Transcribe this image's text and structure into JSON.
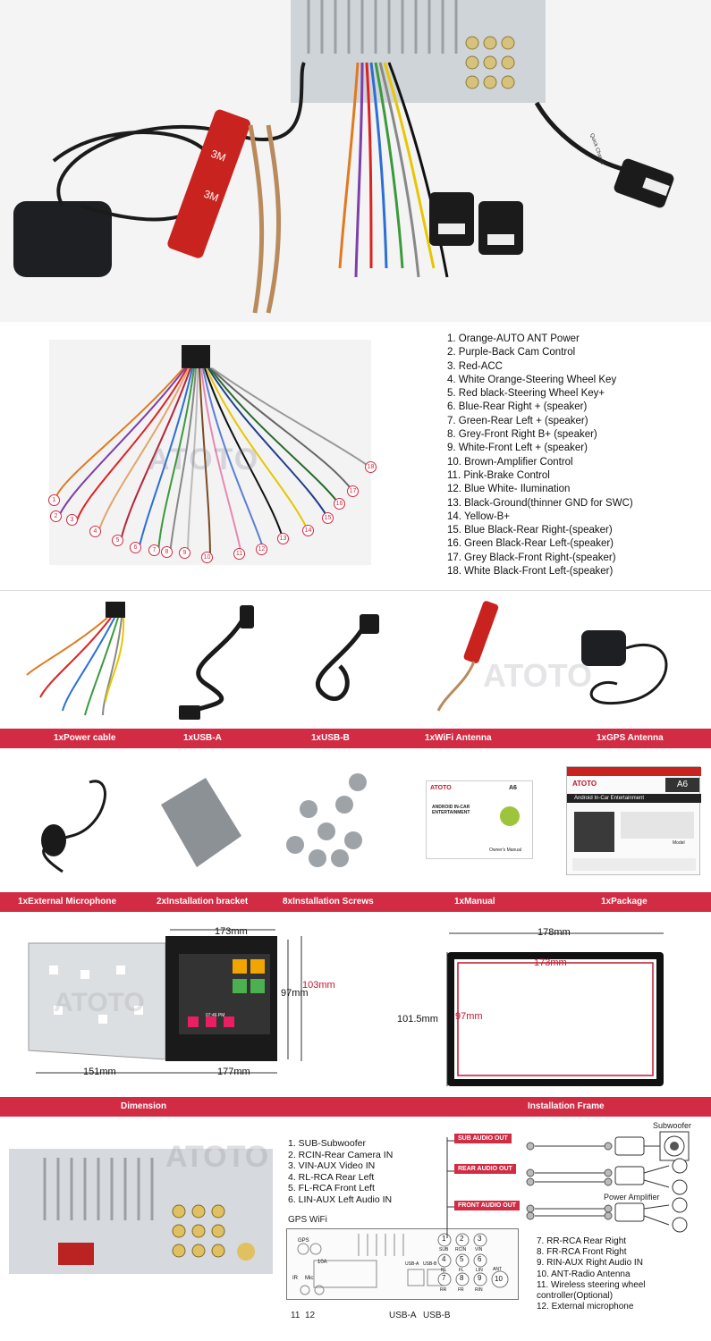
{
  "hero": {
    "label_3m_a": "3M",
    "label_3m_b": "3M",
    "usb_tag": "Quick Charge"
  },
  "harness": {
    "pins": [
      "1. Orange-AUTO ANT Power",
      "2. Purple-Back Cam Control",
      "3. Red-ACC",
      "4. White Orange-Steering Wheel Key",
      "5. Red black-Steering Wheel Key+",
      "6. Blue-Rear Right + (speaker)",
      "7. Green-Rear Left + (speaker)",
      "8. Grey-Front Right B+ (speaker)",
      "9. White-Front Left + (speaker)",
      "10. Brown-Amplifier Control",
      "11. Pink-Brake Control",
      "12. Blue White- Ilumination",
      "13. Black-Ground(thinner GND for SWC)",
      "14. Yellow-B+",
      "15. Blue Black-Rear Right-(speaker)",
      "16. Green Black-Rear Left-(speaker)",
      "17. Grey Black-Front Right-(speaker)",
      "18. White Black-Front Left-(speaker)"
    ],
    "numbers": [
      "1",
      "2",
      "3",
      "4",
      "5",
      "6",
      "7",
      "8",
      "9",
      "10",
      "11",
      "12",
      "13",
      "14",
      "15",
      "16",
      "17",
      "18"
    ],
    "watermark": "ATOTO"
  },
  "accessories_row1": {
    "items": [
      "1xPower cable",
      "1xUSB-A",
      "1xUSB-B",
      "1xWiFi Antenna",
      "1xGPS Antenna"
    ],
    "watermark": "ATOTO"
  },
  "accessories_row2": {
    "items": [
      "1xExternal Microphone",
      "2xInstallation bracket",
      "8xInstallation Screws",
      "1xManual",
      "1xPackage"
    ],
    "manual_brand": "ATOTO",
    "manual_model": "A6",
    "manual_title": "ANDROID IN-CAR ENTERTAINMENT",
    "manual_footer": "Owner's Manual",
    "box_brand": "ATOTO",
    "box_model": "A6",
    "box_title": "Android In-Car Entertainment",
    "box_footer": "Model"
  },
  "dimensions": {
    "unit_width": "173mm",
    "unit_height_inner": "97mm",
    "unit_height_outer": "103mm",
    "chassis_depth": "151mm",
    "front_width": "177mm",
    "frame_width": "178mm",
    "frame_inner_width": "173mm",
    "frame_height": "101.5mm",
    "frame_inner_height": "97mm",
    "watermark": "ATOTO",
    "label_left": "Dimension",
    "label_right": "Installation Frame",
    "screen_time": "07:46 PM"
  },
  "rear_ports": {
    "watermark": "ATOTO",
    "list_a": [
      "1.  SUB-Subwoofer",
      "2.  RCIN-Rear Camera IN",
      "3.  VIN-AUX Video IN",
      "4.  RL-RCA Rear Left",
      "5.  FL-RCA Front Left",
      "6.  LIN-AUX Left  Audio IN"
    ],
    "gps_wifi": "GPS WiFi",
    "list_b": [
      "7. RR-RCA Rear Right",
      "8. FR-RCA Front Right",
      "9. RIN-AUX Right Audio IN",
      "10. ANT-Radio Antenna",
      "11. Wireless steering wheel",
      "     controller(Optional)",
      "12. External microphone"
    ],
    "tag_sub": "SUB AUDIO OUT",
    "tag_rear": "REAR AUDIO OUT",
    "tag_front": "FRONT AUDIO OUT",
    "subwoofer": "Subwoofer",
    "power_amp": "Power Amplifier",
    "diagram": {
      "gps": "GPS",
      "fuse": "10A",
      "ir": "IR",
      "mic": "Mic",
      "usb_a_small": "USB-A",
      "usb_b_small": "USB-B",
      "num11": "11",
      "num12": "12",
      "usb_a": "USB-A",
      "usb_b": "USB-B",
      "p1": "1",
      "p2": "2",
      "p3": "3",
      "p4": "4",
      "p5": "5",
      "p6": "6",
      "p7": "7",
      "p8": "8",
      "p9": "9",
      "p10": "10",
      "l_sub": "SUB",
      "l_rcin": "RCIN",
      "l_vin": "VIN",
      "l_rl": "RL",
      "l_fl": "FL",
      "l_lin": "LIN",
      "l_rr": "RR",
      "l_fr": "FR",
      "l_rin": "RIN",
      "l_ant": "ANT"
    }
  }
}
